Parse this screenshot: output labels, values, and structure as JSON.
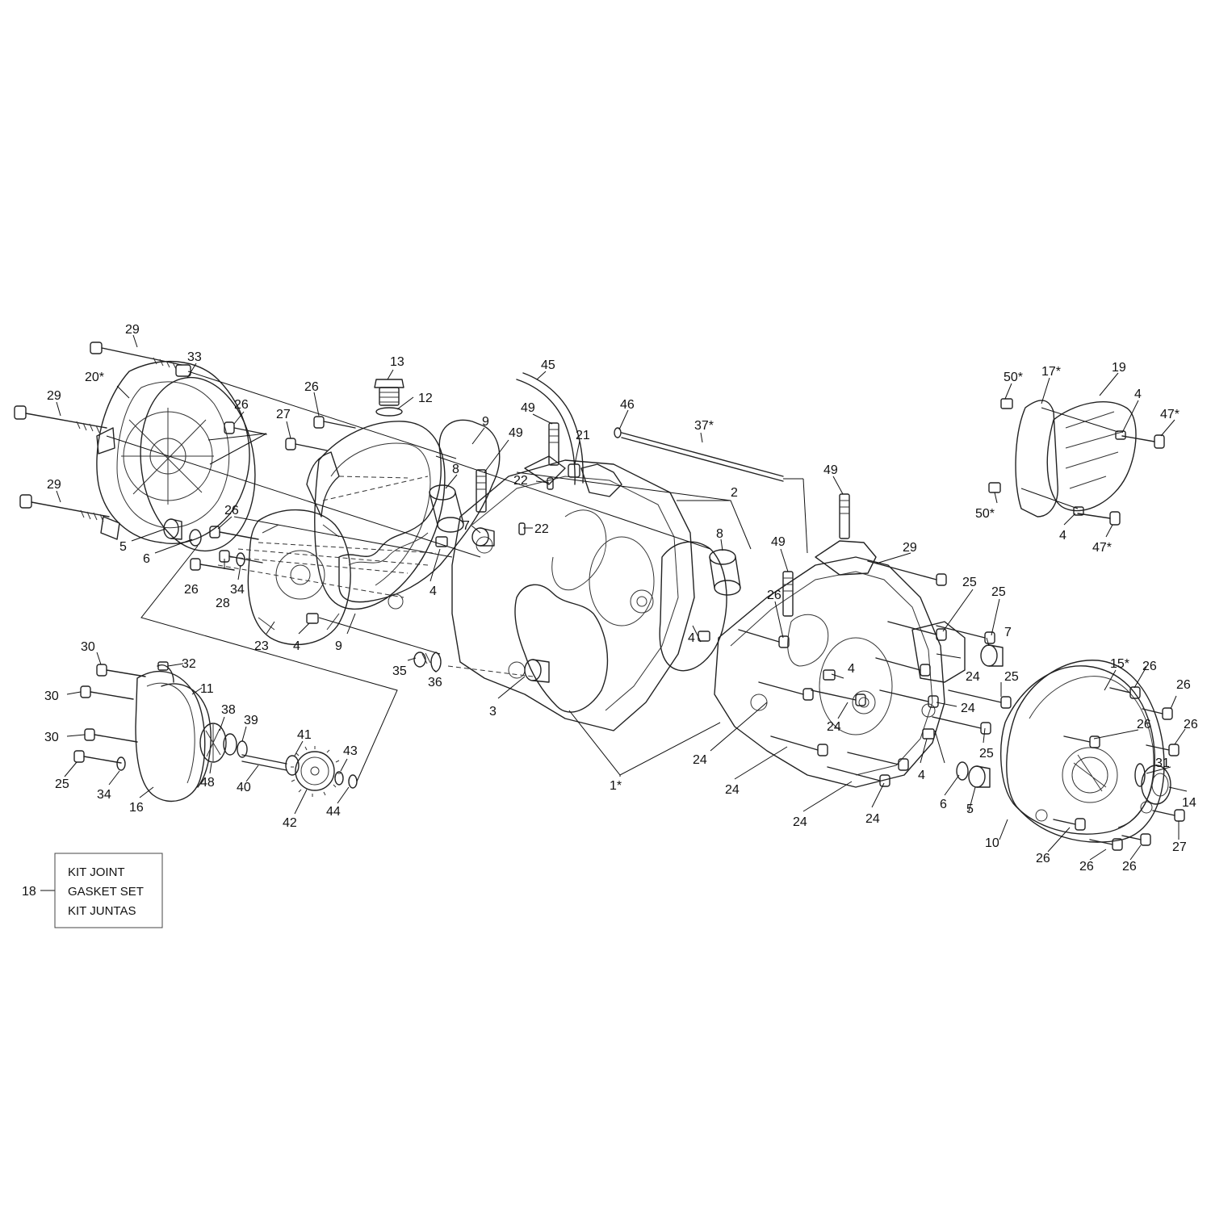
{
  "callouts": [
    {
      "id": "c29a",
      "text": "29"
    },
    {
      "id": "c33",
      "text": "33"
    },
    {
      "id": "c20",
      "text": "20*"
    },
    {
      "id": "c29b",
      "text": "29"
    },
    {
      "id": "c29c",
      "text": "29"
    },
    {
      "id": "c5a",
      "text": "5"
    },
    {
      "id": "c6a",
      "text": "6"
    },
    {
      "id": "c26a",
      "text": "26"
    },
    {
      "id": "c26b",
      "text": "26"
    },
    {
      "id": "c27a",
      "text": "27"
    },
    {
      "id": "c26c",
      "text": "26"
    },
    {
      "id": "c13",
      "text": "13"
    },
    {
      "id": "c12",
      "text": "12"
    },
    {
      "id": "c9a",
      "text": "9"
    },
    {
      "id": "c45",
      "text": "45"
    },
    {
      "id": "c49a",
      "text": "49"
    },
    {
      "id": "c49b",
      "text": "49"
    },
    {
      "id": "c21",
      "text": "21"
    },
    {
      "id": "c8a",
      "text": "8"
    },
    {
      "id": "c22a",
      "text": "22"
    },
    {
      "id": "c7a",
      "text": "7"
    },
    {
      "id": "c22b",
      "text": "22"
    },
    {
      "id": "c46",
      "text": "46"
    },
    {
      "id": "c37",
      "text": "37*"
    },
    {
      "id": "c2",
      "text": "2"
    },
    {
      "id": "c49c",
      "text": "49"
    },
    {
      "id": "c8b",
      "text": "8"
    },
    {
      "id": "c49d",
      "text": "49"
    },
    {
      "id": "c29d",
      "text": "29"
    },
    {
      "id": "c26d",
      "text": "26"
    },
    {
      "id": "c50a",
      "text": "50*"
    },
    {
      "id": "c17",
      "text": "17*"
    },
    {
      "id": "c19",
      "text": "19"
    },
    {
      "id": "c4a",
      "text": "4"
    },
    {
      "id": "c47a",
      "text": "47*"
    },
    {
      "id": "c50b",
      "text": "50*"
    },
    {
      "id": "c4b",
      "text": "4"
    },
    {
      "id": "c47b",
      "text": "47*"
    },
    {
      "id": "c4c",
      "text": "4"
    },
    {
      "id": "c34a",
      "text": "34"
    },
    {
      "id": "c28",
      "text": "28"
    },
    {
      "id": "c23",
      "text": "23"
    },
    {
      "id": "c4d",
      "text": "4"
    },
    {
      "id": "c9b",
      "text": "9"
    },
    {
      "id": "c35",
      "text": "35"
    },
    {
      "id": "c36",
      "text": "36"
    },
    {
      "id": "c3",
      "text": "3"
    },
    {
      "id": "c4e",
      "text": "4"
    },
    {
      "id": "c25a",
      "text": "25"
    },
    {
      "id": "c25b",
      "text": "25"
    },
    {
      "id": "c7b",
      "text": "7"
    },
    {
      "id": "c24a",
      "text": "24"
    },
    {
      "id": "c4f",
      "text": "4"
    },
    {
      "id": "c25c",
      "text": "25"
    },
    {
      "id": "c24b",
      "text": "24"
    },
    {
      "id": "c24c",
      "text": "24"
    },
    {
      "id": "c15",
      "text": "15*"
    },
    {
      "id": "c26e",
      "text": "26"
    },
    {
      "id": "c26f",
      "text": "26"
    },
    {
      "id": "c26g",
      "text": "26"
    },
    {
      "id": "c26h",
      "text": "26"
    },
    {
      "id": "c25d",
      "text": "25"
    },
    {
      "id": "c24d",
      "text": "24"
    },
    {
      "id": "c1",
      "text": "1*"
    },
    {
      "id": "c24e",
      "text": "24"
    },
    {
      "id": "c24f",
      "text": "24"
    },
    {
      "id": "c24g",
      "text": "24"
    },
    {
      "id": "c4g",
      "text": "4"
    },
    {
      "id": "c6b",
      "text": "6"
    },
    {
      "id": "c5b",
      "text": "5"
    },
    {
      "id": "c31",
      "text": "31"
    },
    {
      "id": "c14",
      "text": "14"
    },
    {
      "id": "c10",
      "text": "10"
    },
    {
      "id": "c27b",
      "text": "27"
    },
    {
      "id": "c26i",
      "text": "26"
    },
    {
      "id": "c26j",
      "text": "26"
    },
    {
      "id": "c26k",
      "text": "26"
    },
    {
      "id": "c30a",
      "text": "30"
    },
    {
      "id": "c32",
      "text": "32"
    },
    {
      "id": "c30b",
      "text": "30"
    },
    {
      "id": "c11",
      "text": "11"
    },
    {
      "id": "c38",
      "text": "38"
    },
    {
      "id": "c39",
      "text": "39"
    },
    {
      "id": "c30c",
      "text": "30"
    },
    {
      "id": "c41",
      "text": "41"
    },
    {
      "id": "c43",
      "text": "43"
    },
    {
      "id": "c25e",
      "text": "25"
    },
    {
      "id": "c34b",
      "text": "34"
    },
    {
      "id": "c16",
      "text": "16"
    },
    {
      "id": "c48",
      "text": "48"
    },
    {
      "id": "c40",
      "text": "40"
    },
    {
      "id": "c42",
      "text": "42"
    },
    {
      "id": "c44",
      "text": "44"
    },
    {
      "id": "c18",
      "text": "18"
    }
  ],
  "kit_box": {
    "lines": [
      "KIT JOINT",
      "GASKET SET",
      "KIT JUNTAS"
    ]
  }
}
